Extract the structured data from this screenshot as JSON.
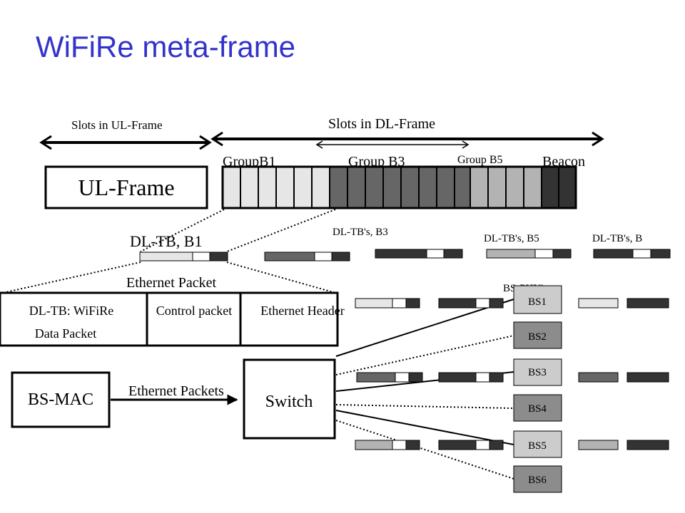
{
  "title": "WiFiRe meta-frame",
  "ul_slots_label": "Slots in UL-Frame",
  "dl_slots_label": "Slots in DL-Frame",
  "ul_frame_label": "UL-Frame",
  "groups": {
    "b1": "GroupB1",
    "b3": "Group B3",
    "b5": "Group B5",
    "beacon": "Beacon"
  },
  "dl_tb_b1": "DL-TB, B1",
  "dl_tbs_b3": "DL-TB's, B3",
  "dl_tbs_b5": "DL-TB's, B5",
  "dl_tbs_b": "DL-TB's, B",
  "ethernet_packet": "Ethernet Packet",
  "bs_phys": "BS-PHY's",
  "packet_fields": {
    "data_line1": "DL-TB: WiFiRe",
    "data_line2": "Data Packet",
    "control": "Control packet",
    "header": "Ethernet Header"
  },
  "bs_mac": "BS-MAC",
  "ethernet_packets": "Ethernet Packets",
  "switch": "Switch",
  "base_stations": [
    "BS1",
    "BS2",
    "BS3",
    "BS4",
    "BS5",
    "BS6"
  ],
  "colors": {
    "title": "#3333cc",
    "b1_fill": "#e6e6e6",
    "b3_fill": "#666666",
    "b5_fill": "#b3b3b3",
    "beacon_fill": "#333333",
    "bs_light": "#cccccc",
    "bs_mid": "#8c8c8c"
  }
}
